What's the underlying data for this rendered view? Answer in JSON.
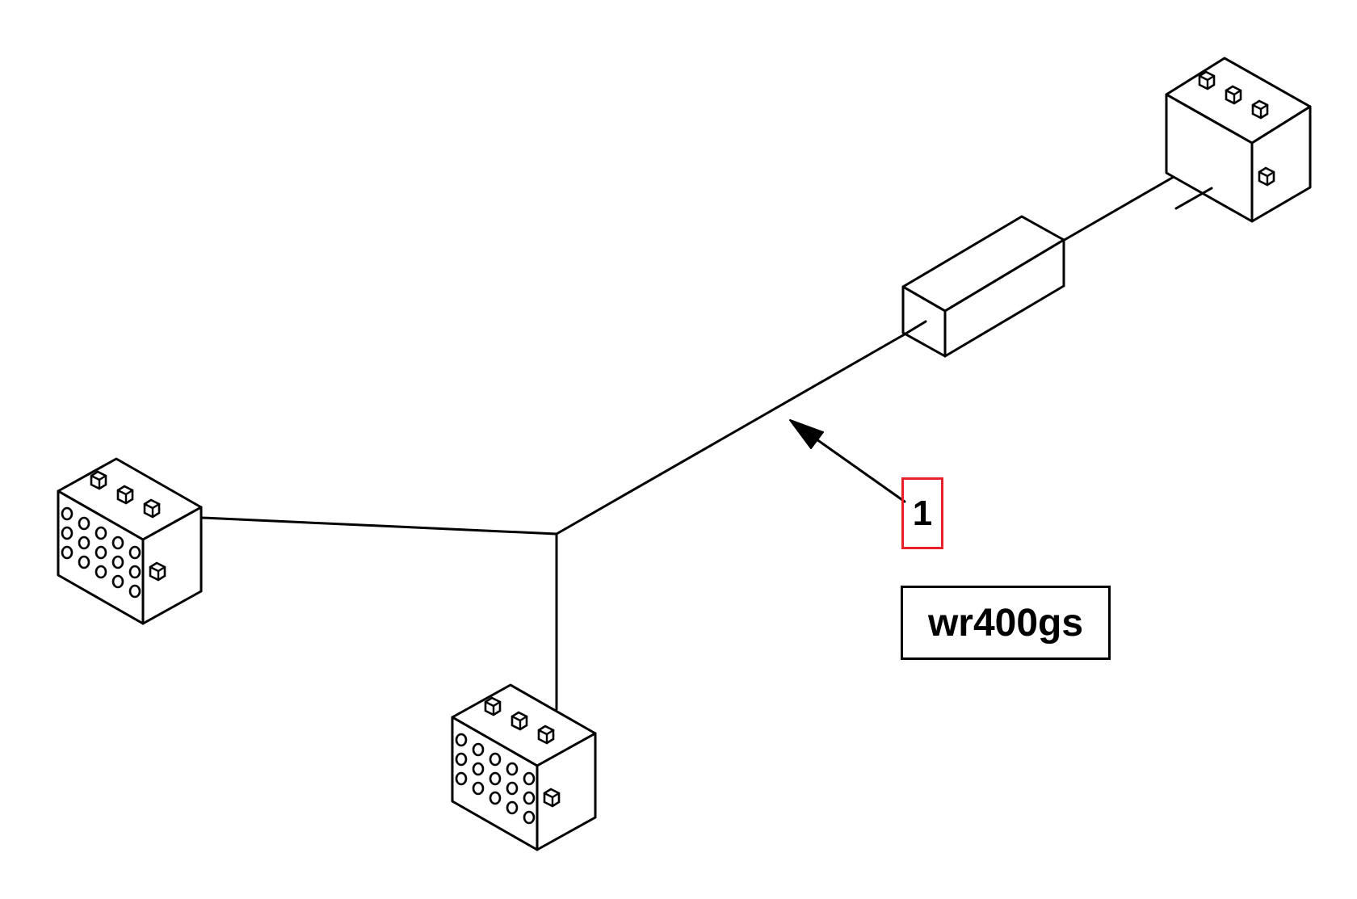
{
  "diagram": {
    "callout_number": "1",
    "model_code": "wr400gs",
    "colors": {
      "line": "#000000",
      "callout_border": "#e8202a",
      "background": "#ffffff"
    },
    "components": [
      {
        "name": "connector-block-top-right",
        "type": "connector-icon"
      },
      {
        "name": "inline-box-component",
        "type": "box-icon"
      },
      {
        "name": "connector-block-left",
        "type": "connector-icon"
      },
      {
        "name": "connector-block-bottom",
        "type": "connector-icon"
      }
    ]
  }
}
